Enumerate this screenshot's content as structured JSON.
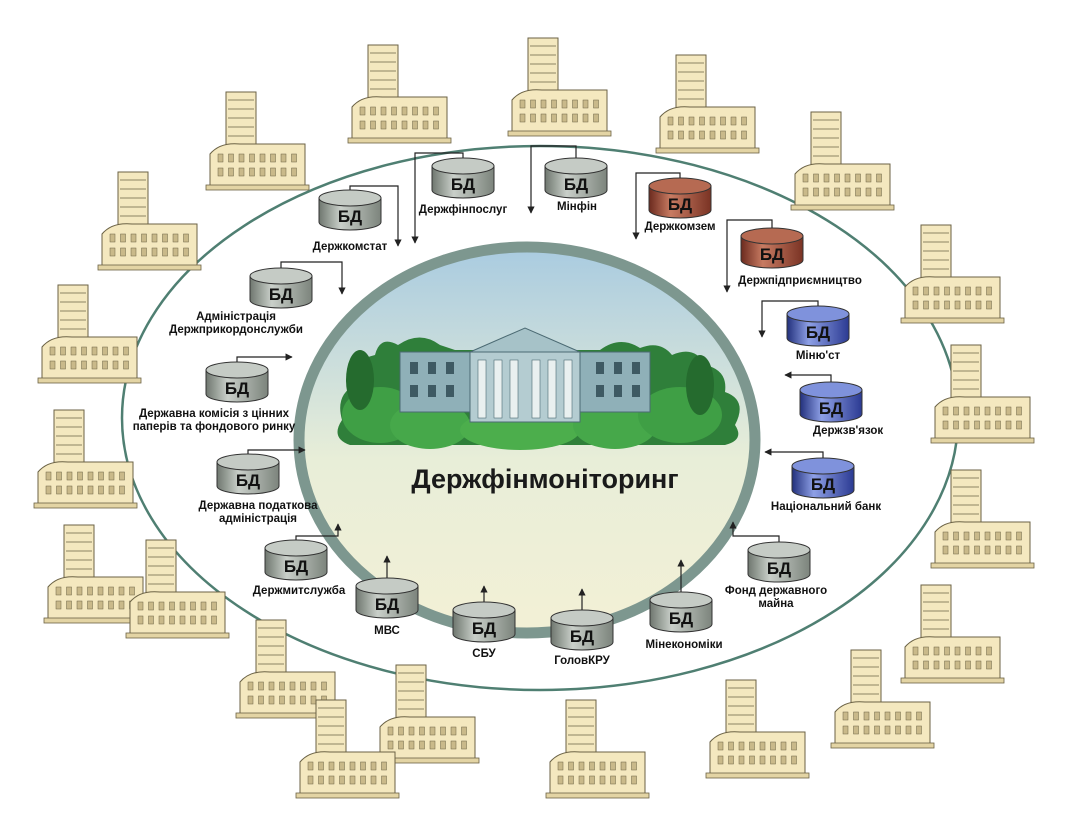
{
  "title": "Держфінмоніторинг",
  "db_label": "БД",
  "colors": {
    "ring": "#4f7f72",
    "central_ellipse_border": "#7d978f",
    "sky_top": "#a9cbe0",
    "sky_bottom": "#f3f0d6",
    "tree_green": "#3a9a3a",
    "palace": "#7fa0a8",
    "building_fill": "#f4e8bf",
    "building_stroke": "#6b6245",
    "db_gray": "#9aa29a",
    "db_brown": "#8a4030",
    "db_blue": "#3446a8"
  },
  "databases": [
    {
      "id": "derzhkomstat",
      "lines": [
        "Держкомстат"
      ],
      "color": "gray"
    },
    {
      "id": "derzhfinposlug",
      "lines": [
        "Держфінпослуг"
      ],
      "color": "gray"
    },
    {
      "id": "minfin",
      "lines": [
        "Мінфін"
      ],
      "color": "gray"
    },
    {
      "id": "derzhkomzem",
      "lines": [
        "Держкомзем"
      ],
      "color": "brown"
    },
    {
      "id": "derzhpidpryiemnytstvo",
      "lines": [
        "Держпідприємництво"
      ],
      "color": "brown"
    },
    {
      "id": "miniust",
      "lines": [
        "Міню'ст"
      ],
      "color": "blue"
    },
    {
      "id": "derzhzviazok",
      "lines": [
        "Держзв'язок"
      ],
      "color": "blue"
    },
    {
      "id": "natsbank",
      "lines": [
        "Національний банк"
      ],
      "color": "blue"
    },
    {
      "id": "fond-derzhmaina",
      "lines": [
        "Фонд державного",
        "майна"
      ],
      "color": "gray"
    },
    {
      "id": "minekonomiky",
      "lines": [
        "Мінекономіки"
      ],
      "color": "gray"
    },
    {
      "id": "golovkru",
      "lines": [
        "ГоловКРУ"
      ],
      "color": "gray"
    },
    {
      "id": "sbu",
      "lines": [
        "СБУ"
      ],
      "color": "gray"
    },
    {
      "id": "mvs",
      "lines": [
        "МВС"
      ],
      "color": "gray"
    },
    {
      "id": "derzhmytsluzhba",
      "lines": [
        "Держмитслужба"
      ],
      "color": "gray"
    },
    {
      "id": "dpa",
      "lines": [
        "Державна податкова",
        "адміністрація"
      ],
      "color": "gray"
    },
    {
      "id": "dkcpfr",
      "lines": [
        "Державна комісія з цінних",
        "паперів та фондового ринку"
      ],
      "color": "gray"
    },
    {
      "id": "dpsu",
      "lines": [
        "Адміністрація",
        "Держприкордонслужби"
      ],
      "color": "gray"
    }
  ]
}
